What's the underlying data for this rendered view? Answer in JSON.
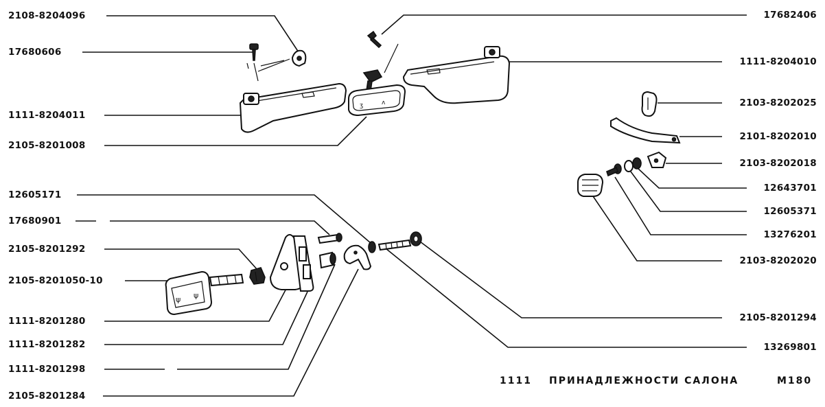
{
  "labels": {
    "l01": "2108-8204096",
    "l02": "17680606",
    "l03": "1111-8204011",
    "l04": "2105-8201008",
    "l05": "12605171",
    "l06": "17680901",
    "l07": "2105-8201292",
    "l08": "2105-8201050-10",
    "l09": "1111-8201280",
    "l10": "1111-8201282",
    "l11": "1111-8201298",
    "l12": "2105-8201284",
    "r01": "17682406",
    "r02": "1111-8204010",
    "r03": "2103-8202025",
    "r04": "2101-8202010",
    "r05": "2103-8202018",
    "r06": "12643701",
    "r07": "12605371",
    "r08": "13276201",
    "r09": "2103-8202020",
    "r10": "2105-8201294",
    "r11": "13269801"
  },
  "caption": {
    "code": "1111",
    "title": "ПРИНАДЛЕЖНОСТИ САЛОНА",
    "sheet": "М180"
  }
}
